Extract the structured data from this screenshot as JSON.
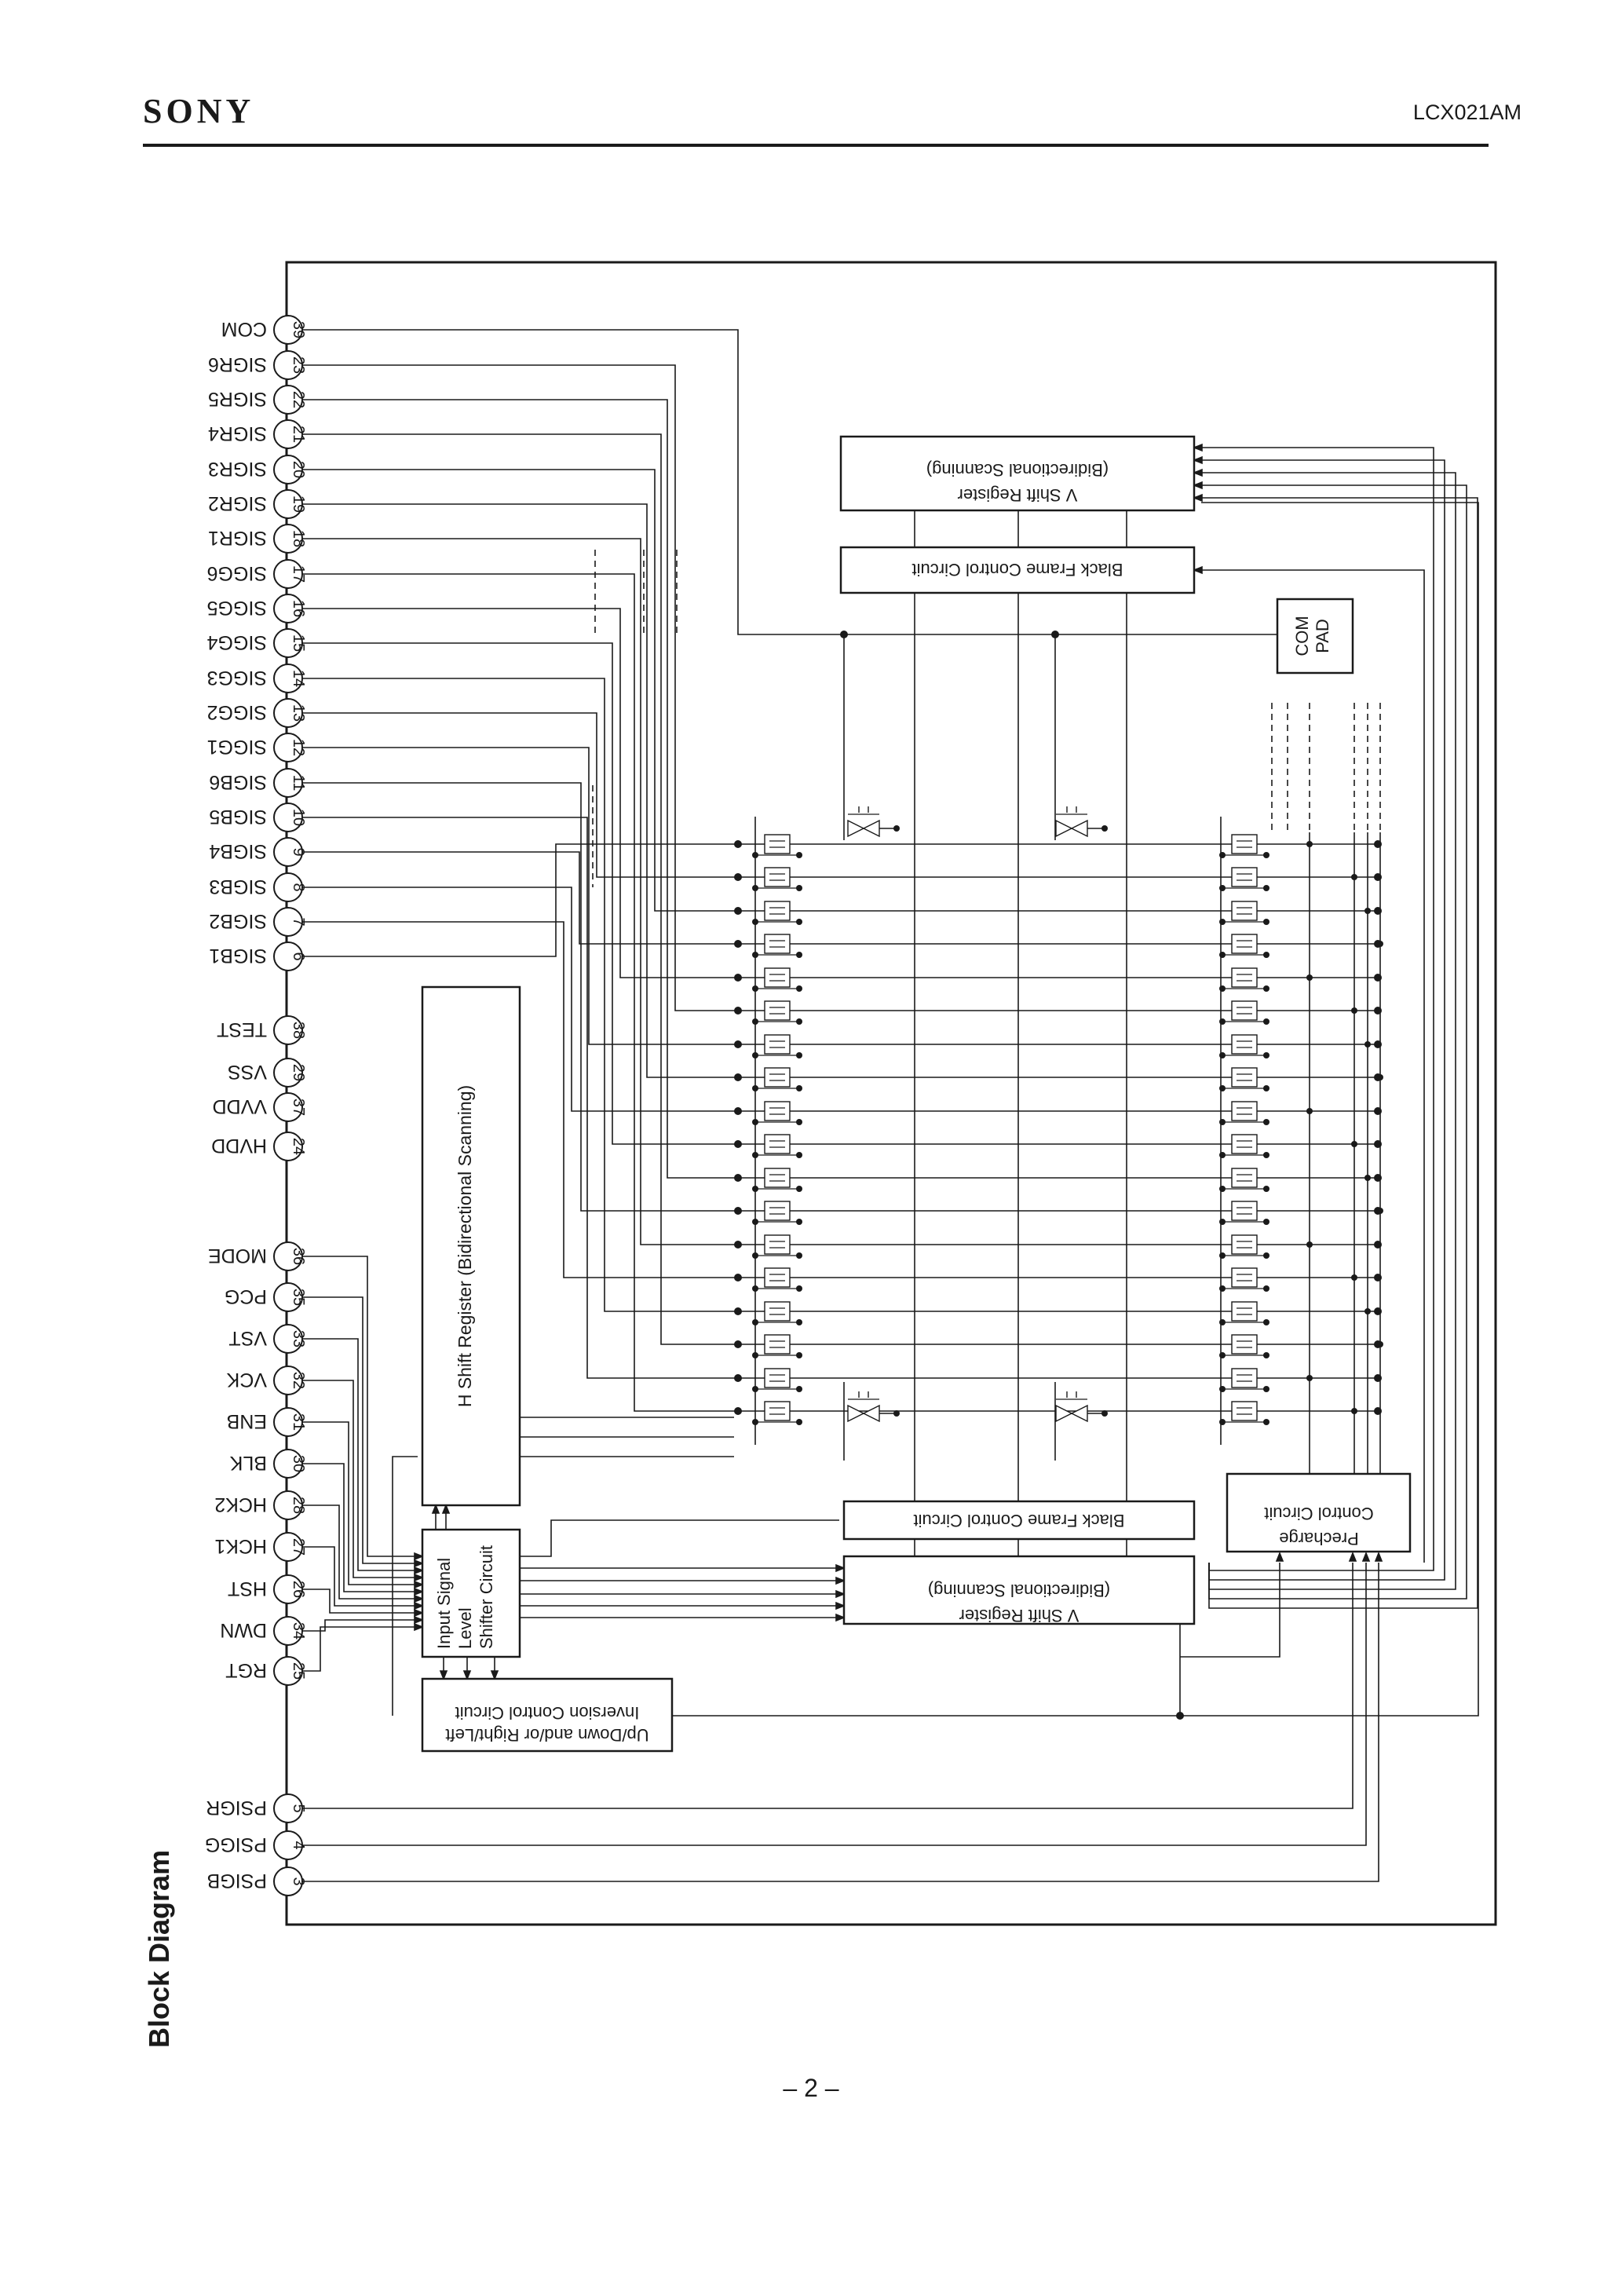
{
  "header": {
    "brand": "SONY",
    "part_number": "LCX021AM"
  },
  "section_title": "Block Diagram",
  "page_number": "– 2 –",
  "pins": [
    {
      "num": "39",
      "name": "COM"
    },
    {
      "num": "23",
      "name": "SIGR6"
    },
    {
      "num": "22",
      "name": "SIGR5"
    },
    {
      "num": "21",
      "name": "SIGR4"
    },
    {
      "num": "20",
      "name": "SIGR3"
    },
    {
      "num": "19",
      "name": "SIGR2"
    },
    {
      "num": "18",
      "name": "SIGR1"
    },
    {
      "num": "17",
      "name": "SIGG6"
    },
    {
      "num": "16",
      "name": "SIGG5"
    },
    {
      "num": "15",
      "name": "SIGG4"
    },
    {
      "num": "14",
      "name": "SIGG3"
    },
    {
      "num": "13",
      "name": "SIGG2"
    },
    {
      "num": "12",
      "name": "SIGG1"
    },
    {
      "num": "11",
      "name": "SIGB6"
    },
    {
      "num": "10",
      "name": "SIGB5"
    },
    {
      "num": "9",
      "name": "SIGB4"
    },
    {
      "num": "8",
      "name": "SIGB3"
    },
    {
      "num": "7",
      "name": "SIGB2"
    },
    {
      "num": "6",
      "name": "SIGB1"
    },
    {
      "num": "38",
      "name": "TEST"
    },
    {
      "num": "29",
      "name": "VSS"
    },
    {
      "num": "37",
      "name": "VVDD"
    },
    {
      "num": "24",
      "name": "HVDD"
    },
    {
      "num": "36",
      "name": "MODE"
    },
    {
      "num": "35",
      "name": "PCG"
    },
    {
      "num": "33",
      "name": "VST"
    },
    {
      "num": "32",
      "name": "VCK"
    },
    {
      "num": "31",
      "name": "ENB"
    },
    {
      "num": "30",
      "name": "BLK"
    },
    {
      "num": "28",
      "name": "HCK2"
    },
    {
      "num": "27",
      "name": "HCK1"
    },
    {
      "num": "26",
      "name": "HST"
    },
    {
      "num": "34",
      "name": "DWN"
    },
    {
      "num": "25",
      "name": "RGT"
    },
    {
      "num": "5",
      "name": "PSIGR"
    },
    {
      "num": "4",
      "name": "PSIGG"
    },
    {
      "num": "3",
      "name": "PSIGB"
    }
  ],
  "blocks": {
    "h_shift_register": "H Shift Register (Bidirectional Scanning)",
    "input_level_shifter": [
      "Input Signal",
      "Level",
      "Shifter Circuit"
    ],
    "up_down_control": [
      "Up/Down and/or Right/Left",
      "Inversion Control Circuit"
    ],
    "v_shift_register_top": [
      "V Shift Register",
      "(Bidirectional Scanning)"
    ],
    "black_frame_top": "Black Frame Control Circuit",
    "black_frame_bottom": "Black Frame Control Circuit",
    "v_shift_register_bottom": [
      "V Shift Register",
      "(Bidirectional Scanning)"
    ],
    "precharge": [
      "Precharge",
      "Control Circuit"
    ],
    "com_pad": [
      "COM",
      "PAD"
    ]
  }
}
